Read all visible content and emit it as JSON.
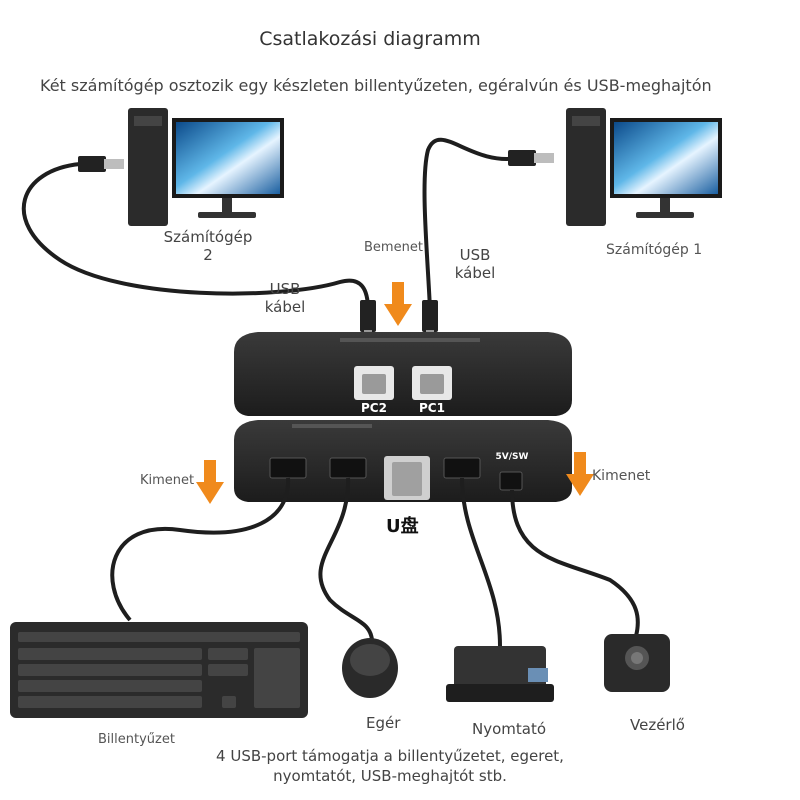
{
  "title": "Csatlakozási diagramm",
  "subtitle": "Két számítógép osztozik egy készleten billentyűzeten, egéralvún és USB-meghajtón",
  "labels": {
    "computer2": "Számítógép\n2",
    "computer1": "Számítógép 1",
    "input": "Bemenet",
    "usb_cable_left": "USB\nkábel",
    "usb_cable_right": "USB\nkábel",
    "pc2_port": "PC2",
    "pc1_port": "PC1",
    "power_switch_port": "5V/SW",
    "output_left": "Kimenet",
    "output_right": "Kimenet",
    "usb_drive": "U盘",
    "keyboard": "Billentyűzet",
    "mouse": "Egér",
    "printer": "Nyomtató",
    "controller": "Vezérlő",
    "footer": "4 USB-port támogatja a billentyűzetet, egeret,\nnyomtatót, USB-meghajtót stb."
  },
  "colors": {
    "arrow": "#f08a1c",
    "device_body": "#2a2a2a",
    "cable": "#1e1e1e"
  }
}
